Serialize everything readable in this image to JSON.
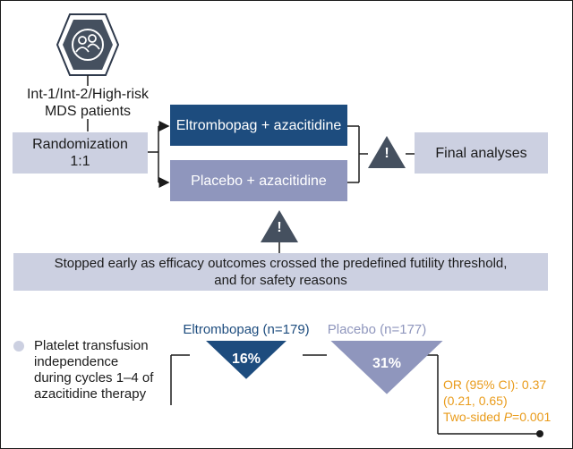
{
  "population": {
    "icon": "patients-group-icon",
    "label_line1": "Int-1/Int-2/High-risk",
    "label_line2": "MDS patients"
  },
  "randomization": {
    "line1": "Randomization",
    "line2": "1:1"
  },
  "arms": {
    "treatment": "Eltrombopag + azacitidine",
    "control": "Placebo + azacitidine"
  },
  "final_analyses": "Final analyses",
  "warning_icon": "warning-triangle-icon",
  "warning_symbol": "!",
  "stop_note": {
    "line1": "Stopped early as efficacy outcomes crossed the predefined futility threshold,",
    "line2": "and for safety reasons"
  },
  "endpoint": {
    "line1": "Platelet transfusion",
    "line2": "independence",
    "line3": "during cycles 1–4 of",
    "line4": "azacitidine therapy"
  },
  "results": {
    "treatment_label": "Eltrombopag (n=179)",
    "treatment_value": "16%",
    "treatment_percent": 16,
    "control_label": "Placebo (n=177)",
    "control_value": "31%",
    "control_percent": 31,
    "or_line1": "OR (95% CI): 0.37",
    "or_line2": "(0.21, 0.65)",
    "pvalue_prefix": "Two-sided ",
    "pvalue_symbol": "P",
    "pvalue_value": "=0.001"
  },
  "colors": {
    "navy": "#1d4c7e",
    "slate": "#8f96bd",
    "light_box": "#ccd0e1",
    "accent": "#e99b1a",
    "hex_grey": "#4a5568"
  }
}
